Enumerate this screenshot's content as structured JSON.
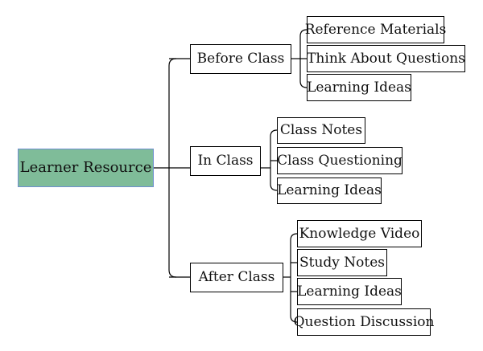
{
  "root": {
    "label": "Learner Resource",
    "fill": "#7fbc99",
    "border": "#6f8fcf"
  },
  "branches": [
    {
      "label": "Before Class",
      "children": [
        "Reference Materials",
        "Think About Questions",
        "Learning Ideas"
      ]
    },
    {
      "label": "In Class",
      "children": [
        "Class Notes",
        "Class Questioning",
        "Learning Ideas"
      ]
    },
    {
      "label": "After Class",
      "children": [
        "Knowledge Video",
        "Study Notes",
        "Learning Ideas",
        "Question Discussion"
      ]
    }
  ]
}
